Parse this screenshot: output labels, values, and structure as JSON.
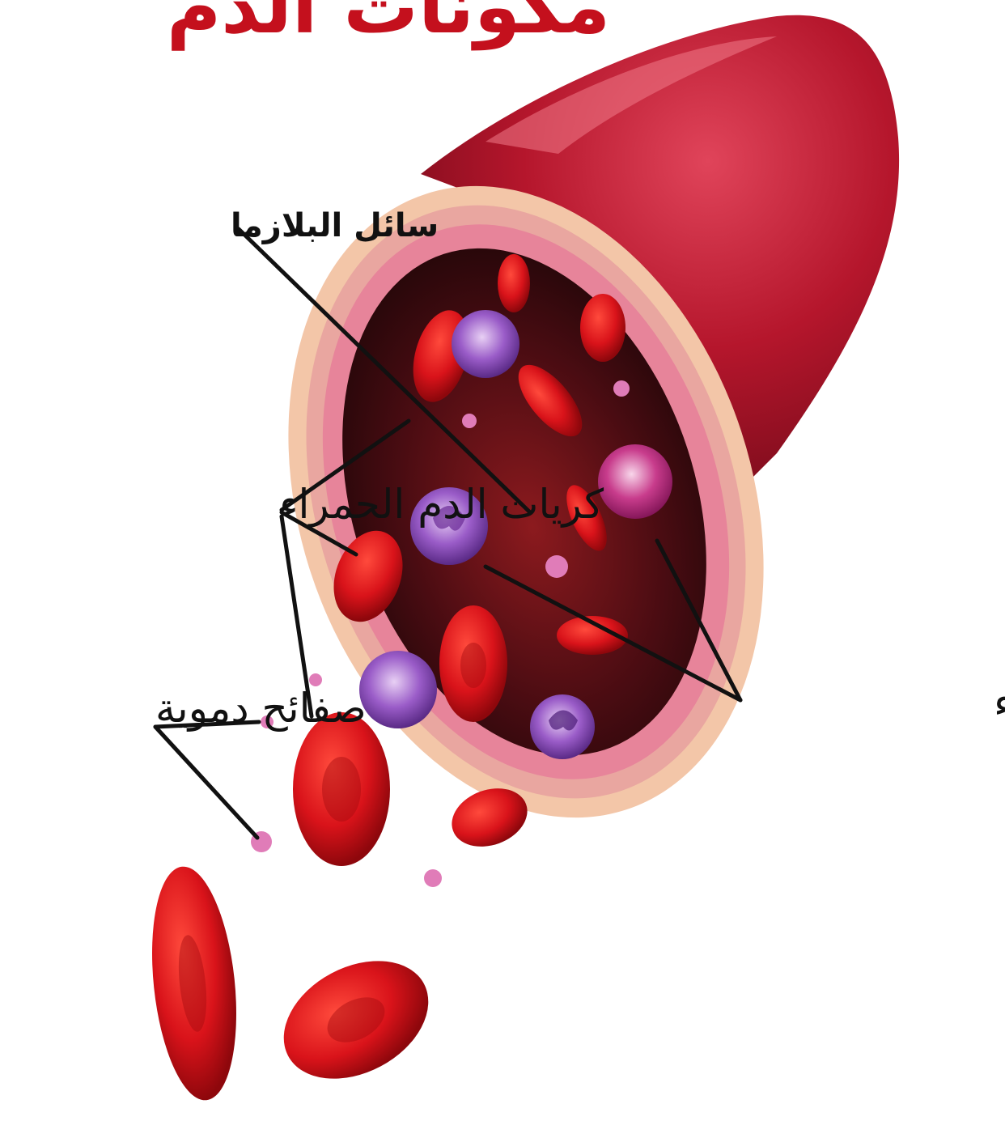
{
  "diagram": {
    "title": "مكونات الدم",
    "labels": {
      "plasma": "سائل البلازما",
      "red_cells": "كريات الدم الحمراء",
      "white_cells": "كريات الدم البيضاء",
      "platelets": "صفائح دموية"
    }
  },
  "colors": {
    "vessel_outer": "#b5162c",
    "vessel_highlight": "#e0445a",
    "vessel_inner": "#3a0a10",
    "wall_layer": "#f3c6a8",
    "red_cell": "#d9131a",
    "red_cell_center": "#a40a10",
    "white_cell": "#9a5cc8",
    "white_cell_alt": "#c83c8c",
    "platelet": "#e07cb8",
    "label_line": "#111111",
    "title_color": "#c4101d",
    "label_color": "#111111"
  }
}
